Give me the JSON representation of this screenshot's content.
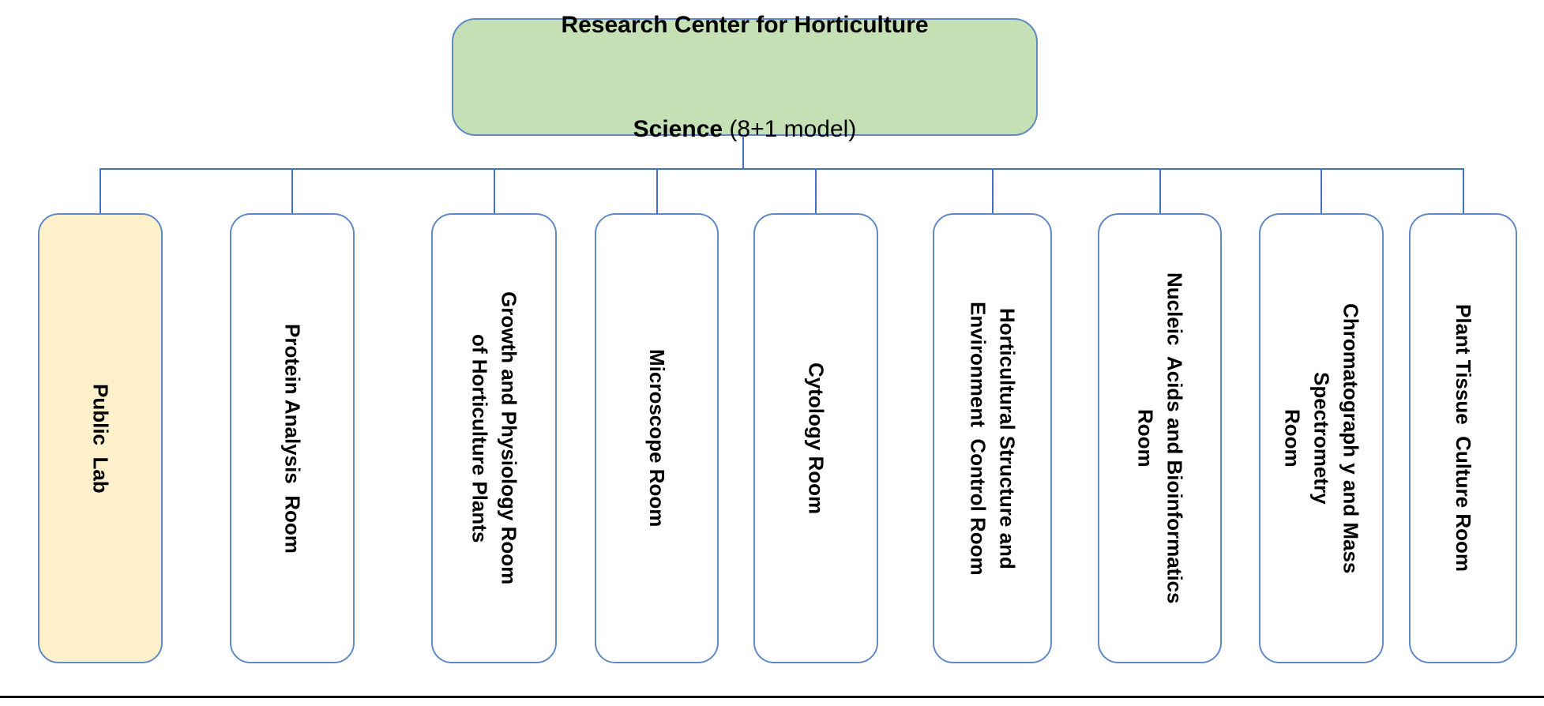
{
  "colors": {
    "root_fill": "#C5E0B4",
    "highlight_fill": "#FFF0CC",
    "box_border": "#6189C4",
    "connector": "#4472C4",
    "bottom_rule": "#000000"
  },
  "root": {
    "line1": "Research Center for Horticulture",
    "line2_bold": "Science",
    "line2_regular": "(8+1 model)"
  },
  "children": [
    {
      "name": "public-lab",
      "highlight": true,
      "lines": [
        "Public  Lab"
      ]
    },
    {
      "name": "protein-analysis-room",
      "highlight": false,
      "lines": [
        "Protein Analysis  Room"
      ]
    },
    {
      "name": "growth-and-physiology-room",
      "highlight": false,
      "lines": [
        "Growth and Physiology Room",
        "of Horticulture Plants"
      ]
    },
    {
      "name": "microscope-room",
      "highlight": false,
      "lines": [
        "Microscope Room"
      ]
    },
    {
      "name": "cytology-room",
      "highlight": false,
      "lines": [
        "Cytology Room"
      ]
    },
    {
      "name": "horticultural-structure-room",
      "highlight": false,
      "lines": [
        "Horticultural Structure and",
        "Environment  Control Room"
      ]
    },
    {
      "name": "nucleic-acids-room",
      "highlight": false,
      "lines": [
        "Nucleic  Acids and Bioinformatics",
        "Room"
      ]
    },
    {
      "name": "chromatography-room",
      "highlight": false,
      "lines": [
        "Chromatograph y and Mass",
        "Spectrometry",
        "Room"
      ]
    },
    {
      "name": "plant-tissue-culture-room",
      "highlight": false,
      "lines": [
        "Plant Tissue  Culture Room"
      ]
    }
  ]
}
